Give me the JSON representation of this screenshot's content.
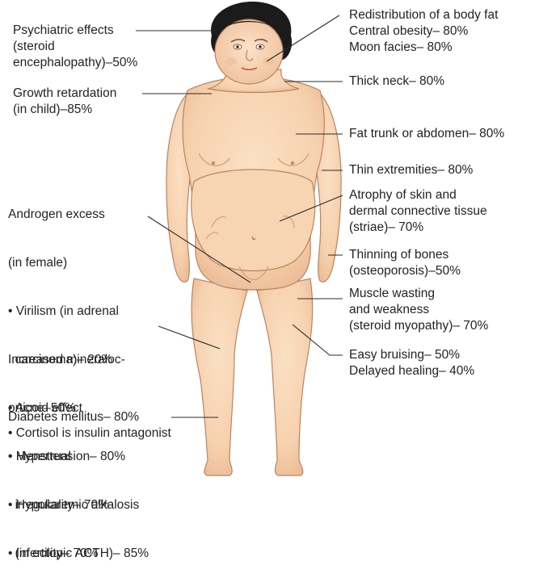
{
  "labels": {
    "psychiatric": [
      "Psychiatric effects",
      "(steroid",
      "encephalopathy)–50%"
    ],
    "growth": [
      "Growth retardation",
      "(in child)–85%"
    ],
    "androgen": [
      "Androgen excess",
      "(in female)",
      "• Virilism (in adrenal",
      "  carcinoma)– 20%",
      "• Acne–50%",
      "• Menstrual",
      "  irregularity– 70%",
      "• Infertility– 70%"
    ],
    "mineralo": [
      "Increased mineraloc-",
      "orticoid effect",
      "• Hypertension– 80%",
      "• Hypokalemic alkalosis",
      "  (in ectopic ACTH)– 85%"
    ],
    "diabetes": [
      "Diabetes mellitus– 80%",
      "• Cortisol is insulin antagonist"
    ],
    "fat": [
      "Redistribution of a body fat",
      "Central obesity– 80%",
      "Moon facies– 80%"
    ],
    "neck": [
      "Thick neck– 80%"
    ],
    "trunk": [
      "Fat trunk or abdomen– 80%"
    ],
    "extremities": [
      "Thin extremities– 80%"
    ],
    "skin": [
      "Atrophy of skin and",
      "dermal connective tissue",
      "(striae)– 70%"
    ],
    "bones": [
      "Thinning of bones",
      "(osteoporosis)–50%"
    ],
    "muscle": [
      "Muscle wasting",
      "and weakness",
      "(steroid myopathy)– 70%"
    ],
    "bruising": [
      "Easy bruising– 50%",
      "Delayed healing– 40%"
    ]
  },
  "colors": {
    "skin": "#f8d6b4",
    "skin_shadow": "#e7b48f",
    "outline": "#b98462",
    "hair": "#1b1b1b",
    "leader": "#2b2b2b",
    "text": "#232323"
  }
}
